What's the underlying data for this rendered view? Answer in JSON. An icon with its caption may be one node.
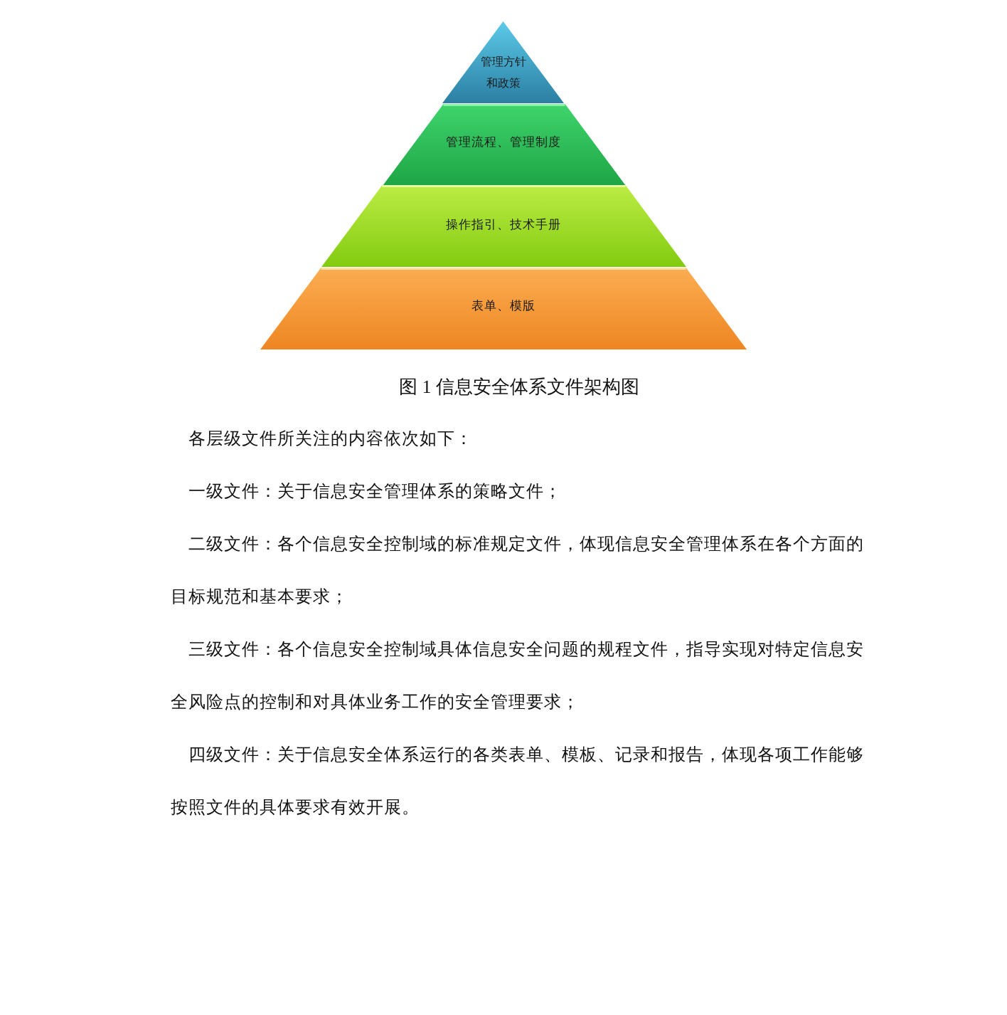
{
  "diagram": {
    "caption": "图 1 信息安全体系文件架构图",
    "nodes": [
      {
        "text": [
          "管理方针和政策"
        ]
      },
      {
        "text": [
          "管理流程、管理制度"
        ]
      },
      {
        "text": [
          "操作指引、技术手册"
        ]
      },
      {
        "text": [
          "表单、模版"
        ]
      }
    ],
    "labels": [
      "各层级文件所关注的内容依次如下：",
      "一级文件：关于信息安全管理体系的策略文件；",
      "二级文件：各个信息安全控制域的标准规定文件，体现信息安全管理体系在各个方面的目标规范和基本要求；",
      "三级文件：各个信息安全控制域具体信息安全问题的规程文件，指导实现对特定信息安全风险点的控制和对具体业务工作的安全管理要求；",
      "四级文件：关于信息安全体系运行的各类表单、模板、记录和报告，体现各项工作能够按照文件的具体要求有效开展。"
    ]
  }
}
